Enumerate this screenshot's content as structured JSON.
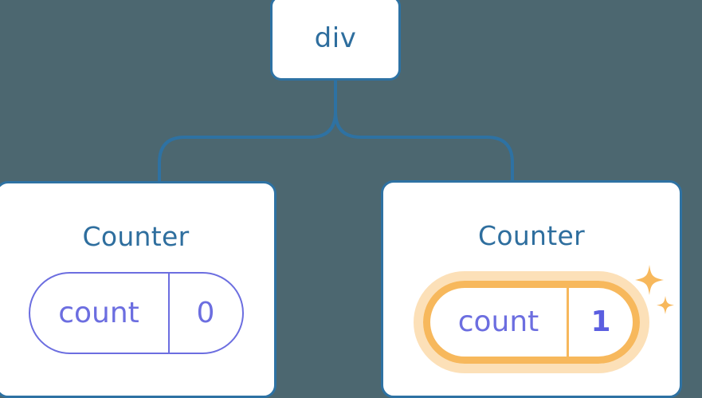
{
  "diagram": {
    "type": "component-tree",
    "background_color": "#4c6770",
    "node_border_color": "#2e72a3",
    "node_fill_color": "#ffffff",
    "title_text_color": "#2e6e9e",
    "state_color": "#6c6ee0",
    "highlight_color": "#f7b85c",
    "highlight_glow_color": "#fce0b8",
    "highlight_value_color": "#5b5ee0"
  },
  "root": {
    "label": "div"
  },
  "children": [
    {
      "title": "Counter",
      "state": {
        "key": "count",
        "value": "0"
      },
      "highlighted": false
    },
    {
      "title": "Counter",
      "state": {
        "key": "count",
        "value": "1"
      },
      "highlighted": true,
      "sparkle_icon": "sparkles-icon"
    }
  ]
}
